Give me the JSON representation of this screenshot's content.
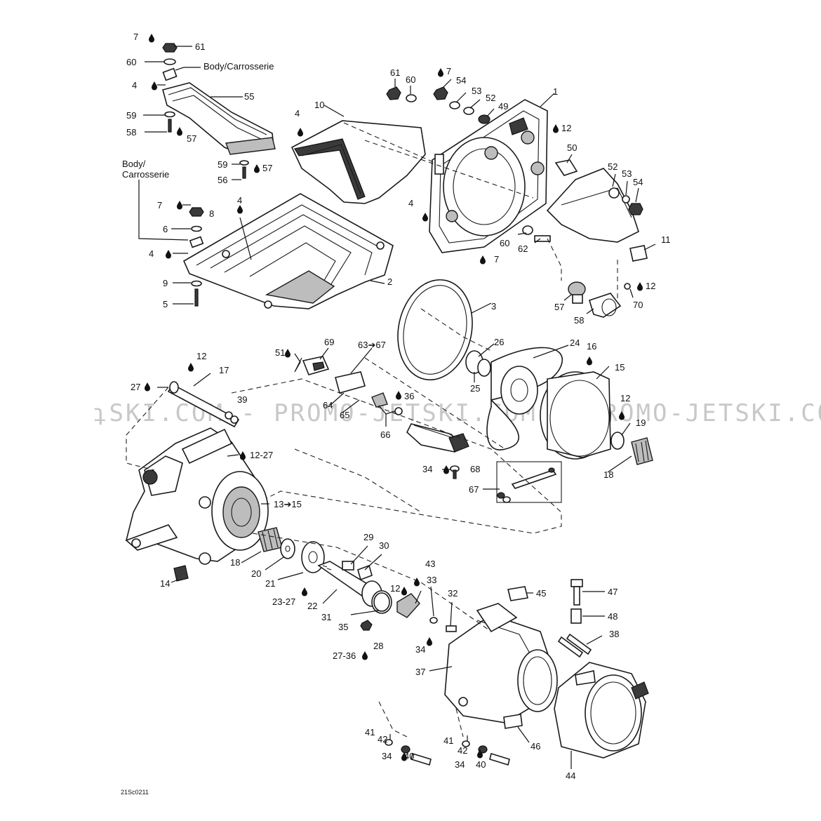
{
  "watermark": "ʇSKI.COM - PROMO-JETSKI.COM - PROMO-JETSKI.COM",
  "drawing_code": "21Sc0211",
  "labels": {
    "l7a": "7",
    "l61a": "61",
    "l60a": "60",
    "l_body1": "Body/Carrosserie",
    "l4a": "4",
    "l55": "55",
    "l59a": "59",
    "l58a": "58",
    "l57a": "57",
    "l59b": "59",
    "l57b": "57",
    "l56": "56",
    "l_body2a": "Body/",
    "l_body2b": "Carrosserie",
    "l7b": "7",
    "l8": "8",
    "l6": "6",
    "l4b": "4",
    "l9": "9",
    "l5": "5",
    "l4c": "4",
    "l10": "10",
    "l4d": "4",
    "l2": "2",
    "l61b": "61",
    "l60b": "60",
    "l7c": "7",
    "l54a": "54",
    "l53a": "53",
    "l52a": "52",
    "l49": "49",
    "l1": "1",
    "l12a": "12",
    "l50": "50",
    "l52b": "52",
    "l53b": "53",
    "l54b": "54",
    "l4e": "4",
    "l60c": "60",
    "l62": "62",
    "l7d": "7",
    "l11": "11",
    "l12b": "12",
    "l70": "70",
    "l57c": "57",
    "l58b": "58",
    "l3": "3",
    "l51": "51",
    "l69": "69",
    "l63_67": "63➔67",
    "l26": "26",
    "l24": "24",
    "l16": "16",
    "l15": "15",
    "l25": "25",
    "l12c": "12",
    "l17": "17",
    "l27a": "27",
    "l39a": "39",
    "l64": "64",
    "l65": "65",
    "l36": "36",
    "l66": "66",
    "l12d": "12",
    "l19": "19",
    "l18a": "18",
    "l12_27": "12-27",
    "l34a": "34",
    "l68": "68",
    "l67": "67",
    "l13_15": "13➔15",
    "l14": "14",
    "l18b": "18",
    "l20": "20",
    "l21": "21",
    "l23_27": "23-27",
    "l22": "22",
    "l29": "29",
    "l30": "30",
    "l43": "43",
    "l12e": "12",
    "l33": "33",
    "l32": "32",
    "l45": "45",
    "l47": "47",
    "l31": "31",
    "l35": "35",
    "l28": "28",
    "l34b": "34",
    "l48": "48",
    "l38": "38",
    "l27_36": "27-36",
    "l37": "37",
    "l41a": "41",
    "l42a": "42",
    "l34c": "34",
    "l40a": "40",
    "l41b": "41",
    "l42b": "42",
    "l34d": "34",
    "l40b": "40",
    "l46": "46",
    "l44": "44"
  }
}
